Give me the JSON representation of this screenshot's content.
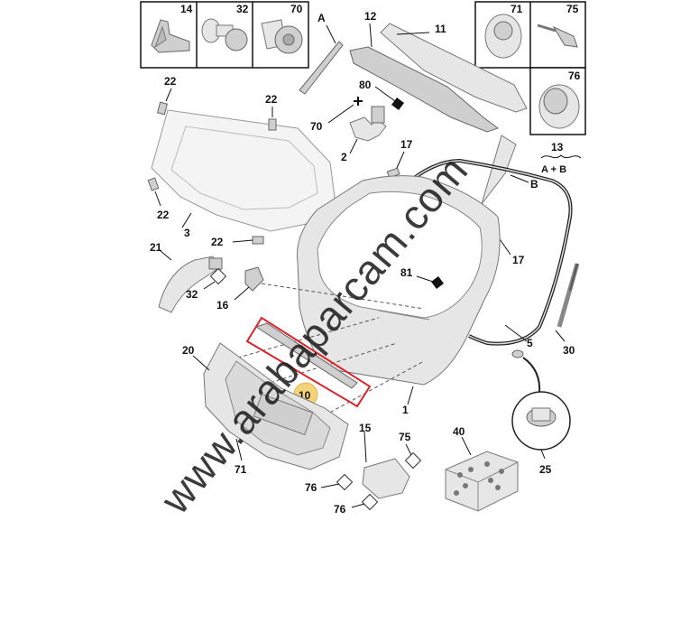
{
  "callouts": {
    "c14": "14",
    "c32a": "32",
    "c70a": "70",
    "c71a": "71",
    "c75a": "75",
    "c76a": "76",
    "c13": "13",
    "c13sub": "A + B",
    "cA": "A",
    "cB": "B",
    "c12": "12",
    "c11": "11",
    "c22a": "22",
    "c22b": "22",
    "c22c": "22",
    "c22d": "22",
    "c80": "80",
    "c70b": "70",
    "c2": "2",
    "c17a": "17",
    "c17b": "17",
    "c3": "3",
    "c21": "21",
    "c32b": "32",
    "c16": "16",
    "c81": "81",
    "c5": "5",
    "c30": "30",
    "c1": "1",
    "c20": "20",
    "c10": "10",
    "c71b": "71",
    "c15": "15",
    "c75b": "75",
    "c76b": "76",
    "c76c": "76",
    "c40": "40",
    "c25": "25"
  },
  "watermark": "www.arabaparcam.com",
  "colors": {
    "highlight_box": "#d9232a",
    "callout_badge": "#f3d27a",
    "part_fill": "#e6e6e6"
  }
}
